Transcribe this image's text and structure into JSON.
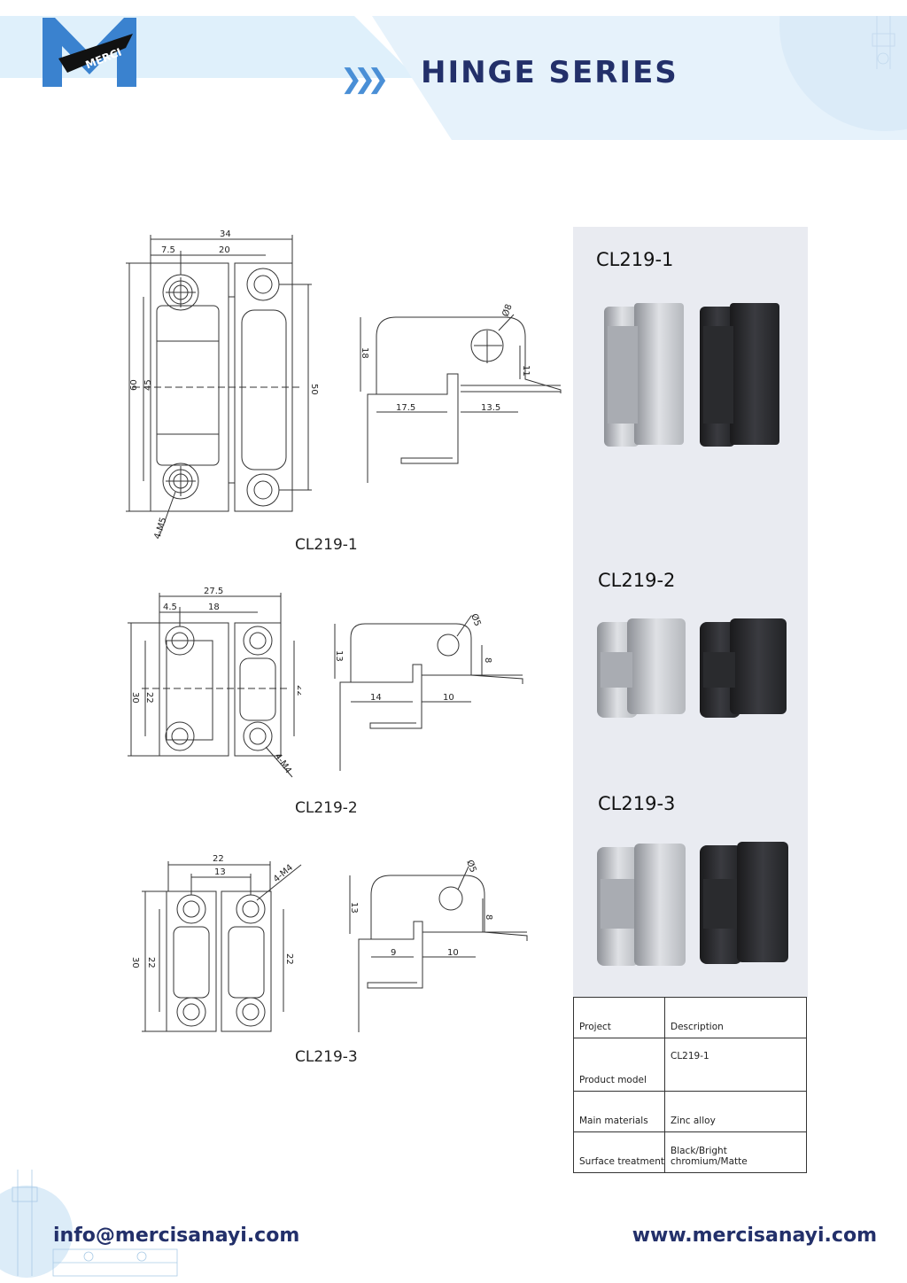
{
  "header": {
    "brand": "MERCI",
    "title": "HINGE SERIES",
    "accent": "#23306a",
    "band_color": "#dff0fb"
  },
  "drawings": [
    {
      "caption": "CL219-1",
      "front_dims": [
        "34",
        "7.5",
        "20",
        "60",
        "45",
        "50",
        "4-M5"
      ],
      "side_dims": [
        "Ø8",
        "18",
        "11",
        "17.5",
        "13.5"
      ]
    },
    {
      "caption": "CL219-2",
      "front_dims": [
        "27.5",
        "4.5",
        "18",
        "30",
        "22",
        "22",
        "4-M4"
      ],
      "side_dims": [
        "Ø5",
        "13",
        "8",
        "14",
        "10"
      ]
    },
    {
      "caption": "CL219-3",
      "front_dims": [
        "22",
        "13",
        "4-M4",
        "30",
        "22",
        "22"
      ],
      "side_dims": [
        "Ø5",
        "13",
        "8",
        "9",
        "10"
      ]
    }
  ],
  "products": [
    {
      "name": "CL219-1"
    },
    {
      "name": "CL219-2"
    },
    {
      "name": "CL219-3"
    }
  ],
  "spec_table": {
    "rows": [
      [
        "Project",
        "Description"
      ],
      [
        "Product model",
        "CL219-1"
      ],
      [
        "Main materials",
        "Zinc alloy"
      ],
      [
        "Surface treatment",
        "Black/Bright chromium/Matte"
      ]
    ]
  },
  "footer": {
    "email": "info@mercisanayi.com",
    "website": "www.mercisanayi.com"
  }
}
